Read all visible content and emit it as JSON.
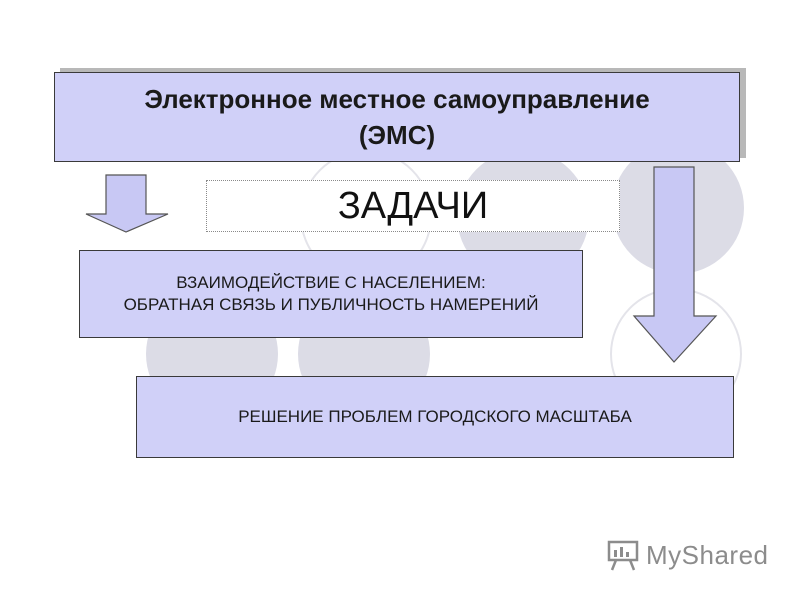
{
  "title": {
    "line1": "Электронное местное самоуправление",
    "line2": "(ЭМС)"
  },
  "tasks_label": "ЗАДАЧИ",
  "interaction": {
    "line1": "ВЗАИМОДЕЙСТВИЕ С НАСЕЛЕНИЕМ:",
    "line2": "ОБРАТНАЯ СВЯЗЬ И ПУБЛИЧНОСТЬ НАМЕРЕНИЙ"
  },
  "solution": "РЕШЕНИЕ ПРОБЛЕМ ГОРОДСКОГО МАСШТАБА",
  "watermark": {
    "text": "MyShared",
    "icon": "presentation-board-icon"
  },
  "colors": {
    "box_fill": "#d0d0f8",
    "circle_fill": "#dcdce6",
    "arrow_fill": "#c8c8f4"
  }
}
